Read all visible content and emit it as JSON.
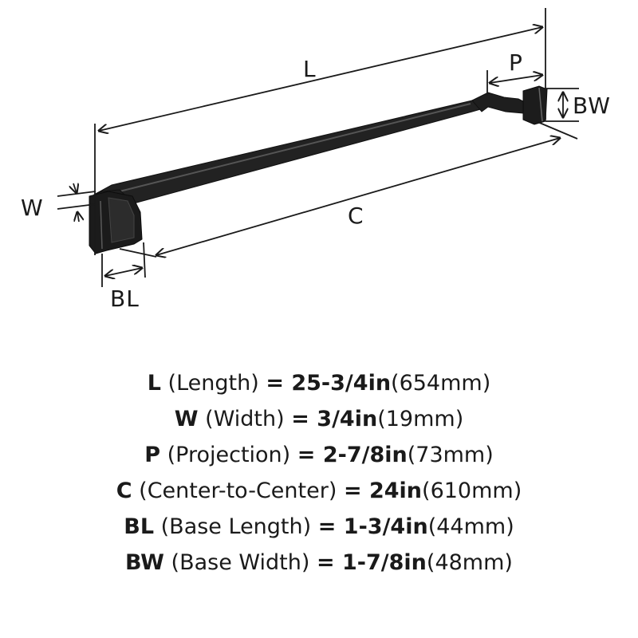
{
  "diagram": {
    "labels": {
      "L": "L",
      "P": "P",
      "BW": "BW",
      "W": "W",
      "C": "C",
      "BL": "BL"
    }
  },
  "specs": [
    {
      "code": "L",
      "name": "(Length)",
      "imperial": "= 25-3/4in",
      "metric": "(654mm)"
    },
    {
      "code": "W",
      "name": "(Width)",
      "imperial": "= 3/4in",
      "metric": "(19mm)"
    },
    {
      "code": "P",
      "name": "(Projection)",
      "imperial": "= 2-7/8in",
      "metric": "(73mm)"
    },
    {
      "code": "C",
      "name": "(Center-to-Center)",
      "imperial": "= 24in",
      "metric": "(610mm)"
    },
    {
      "code": "BL",
      "name": "(Base Length)",
      "imperial": "= 1-3/4in",
      "metric": "(44mm)"
    },
    {
      "code": "BW",
      "name": "(Base Width)",
      "imperial": "= 1-7/8in",
      "metric": "(48mm)"
    }
  ]
}
